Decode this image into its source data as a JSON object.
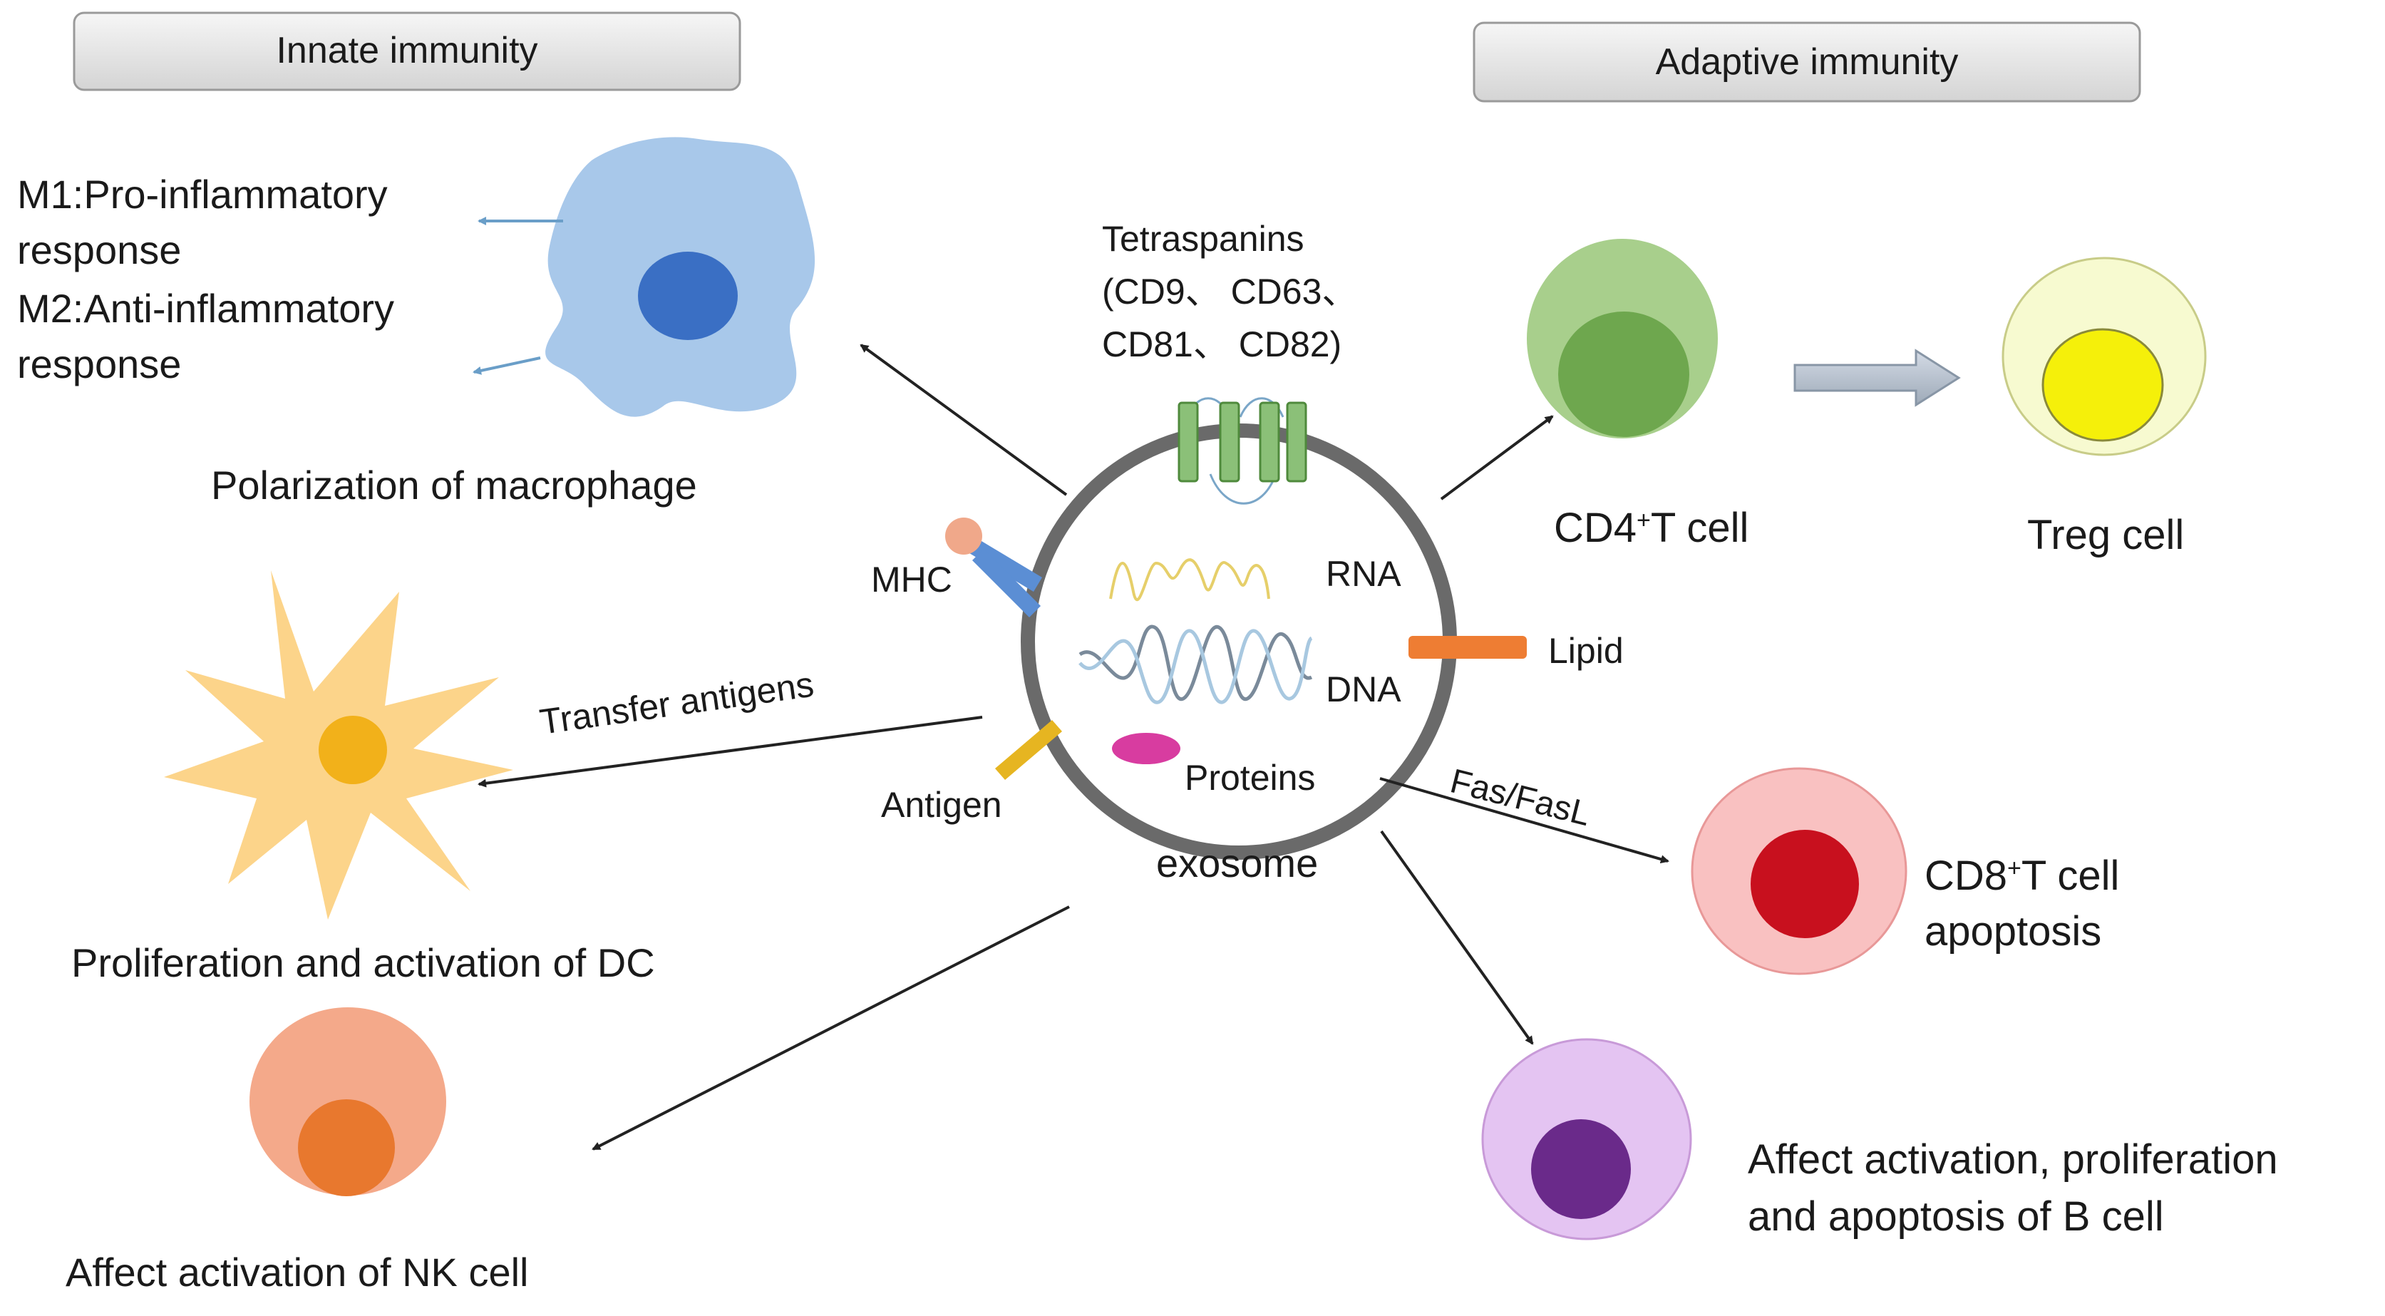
{
  "headers": {
    "innate": "Innate immunity",
    "adaptive": "Adaptive immunity"
  },
  "macrophage": {
    "m1_line1": "M1:Pro-inflammatory",
    "m1_line2": "response",
    "m2_line1": "M2:Anti-inflammatory",
    "m2_line2": "response",
    "caption": "Polarization of macrophage"
  },
  "dc": {
    "arrow_label": "Transfer antigens",
    "caption": "Proliferation and activation of DC"
  },
  "nk": {
    "caption": "Affect activation of  NK cell"
  },
  "exosome": {
    "label": "exosome",
    "tetraspanins_line1": "Tetraspanins",
    "tetraspanins_line2": "(CD9、 CD63、",
    "tetraspanins_line3": "CD81、 CD82)",
    "mhc": "MHC",
    "antigen": "Antigen",
    "rna": "RNA",
    "dna": "DNA",
    "proteins": "Proteins",
    "lipid": "Lipid"
  },
  "cd4": {
    "prefix": "CD4",
    "sup": "+",
    "suffix": "T cell"
  },
  "treg": {
    "caption": "Treg cell"
  },
  "cd8": {
    "arrow_label": "Fas/FasL",
    "prefix": "CD8",
    "sup": "+",
    "suffix": "T cell",
    "line2": "apoptosis"
  },
  "bcell": {
    "line1": "Affect activation, proliferation",
    "line2": "and apoptosis of B cell"
  },
  "colors": {
    "macrophage": "#a8c8ea",
    "macrophage_nucleus": "#3a6fc4",
    "dc": "#fcd48a",
    "dc_nucleus": "#f2b11a",
    "nk": "#f4a98a",
    "nk_nucleus": "#e8782e",
    "cd4": "#a8cf8c",
    "cd4_nucleus": "#6ea74e",
    "treg": "#f7fad0",
    "treg_nucleus": "#f5f00a",
    "cd8": "#f9c1c1",
    "cd8_nucleus": "#c8101e",
    "bcell": "#e4c4f2",
    "bcell_nucleus": "#6a2a8a",
    "exosome_membrane": "#6a6a6a",
    "tetraspanin": "#8bc078",
    "lipid": "#ee7d33",
    "proteins": "#d83ca0",
    "antigen": "#e6b521",
    "mhc": "#5b8ed4"
  }
}
